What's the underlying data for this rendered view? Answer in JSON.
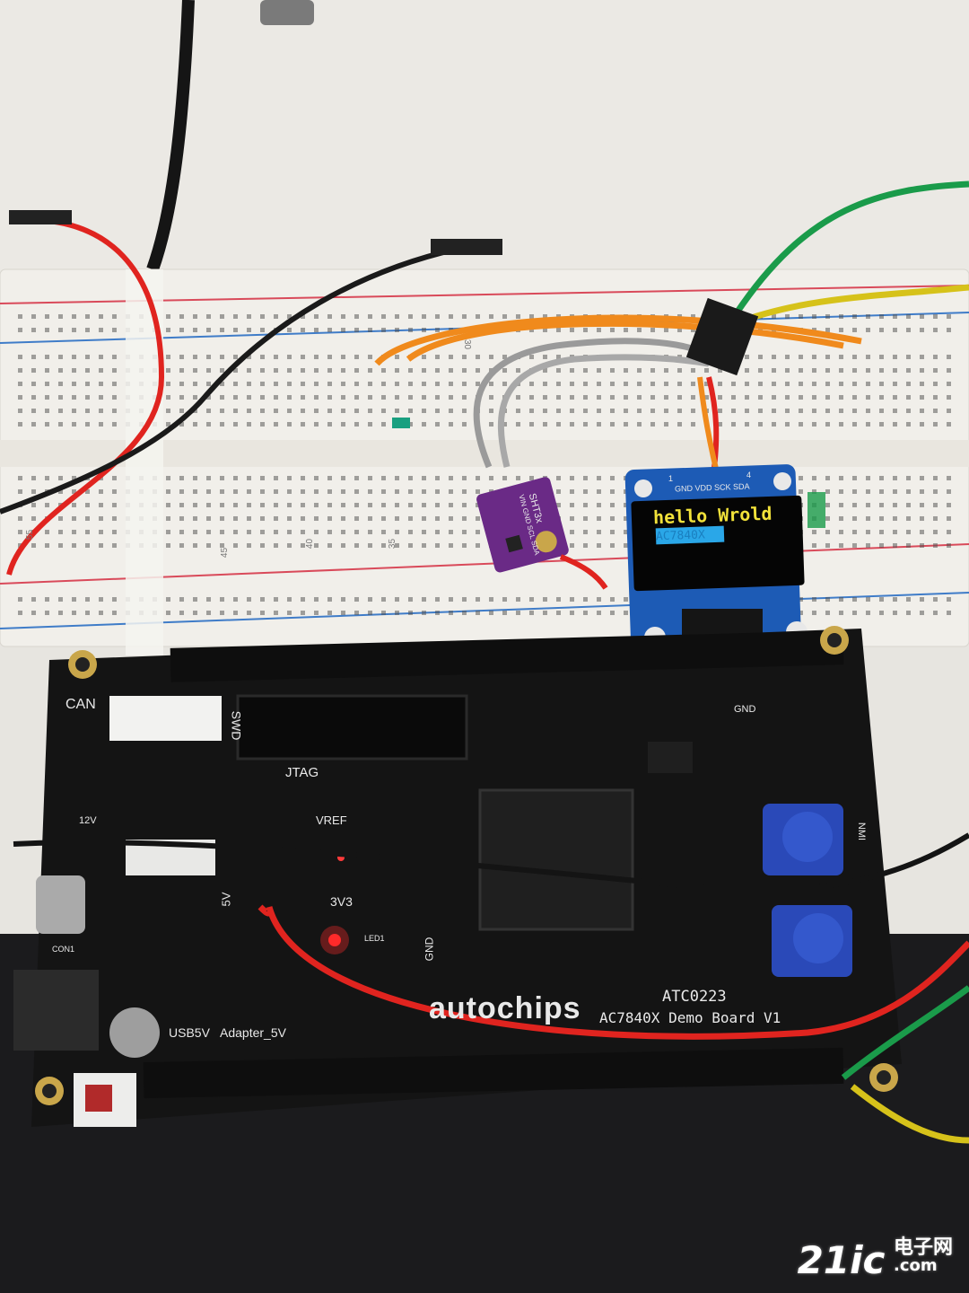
{
  "board": {
    "brand": "autochips",
    "model_line1": "ATC0223",
    "model_line2": "AC7840X Demo Board V1",
    "labels": {
      "can": "CAN",
      "swd": "SWD",
      "jtag": "JTAG",
      "vref": "VREF",
      "v33": "3V3",
      "v5": "5V",
      "gnd": "GND",
      "usb5v": "USB5V",
      "adapter": "Adapter_5V",
      "v12": "12V",
      "nmi": "NMI",
      "led1": "LED1",
      "con1": "CON1"
    }
  },
  "oled": {
    "header_pins": "GND VDD SCK SDA",
    "pin1": "1",
    "pin4": "4",
    "line1": "hello Wrold",
    "line2_highlight": "AC7840X",
    "line2_color": "#2aa7e8",
    "line1_color": "#f2e23a"
  },
  "sensor": {
    "label_chip": "SHT3x",
    "label_pins": "VIN GND SCL SDA"
  },
  "breadboard": {
    "col_labels": [
      "55",
      "45",
      "40",
      "35",
      "30"
    ]
  },
  "watermark": {
    "logo": "21ic",
    "cn": "电子网",
    "domain": ".com"
  },
  "colors": {
    "board": "#141414",
    "breadboard": "#f1efea",
    "wire_red": "#e0241f",
    "wire_black": "#1a1a1a",
    "wire_green": "#1a9b4a",
    "wire_yellow": "#d6c21a",
    "wire_orange": "#f08a1c",
    "sensor_purple": "#6a2a86",
    "oled_blue": "#1d5bb5"
  }
}
